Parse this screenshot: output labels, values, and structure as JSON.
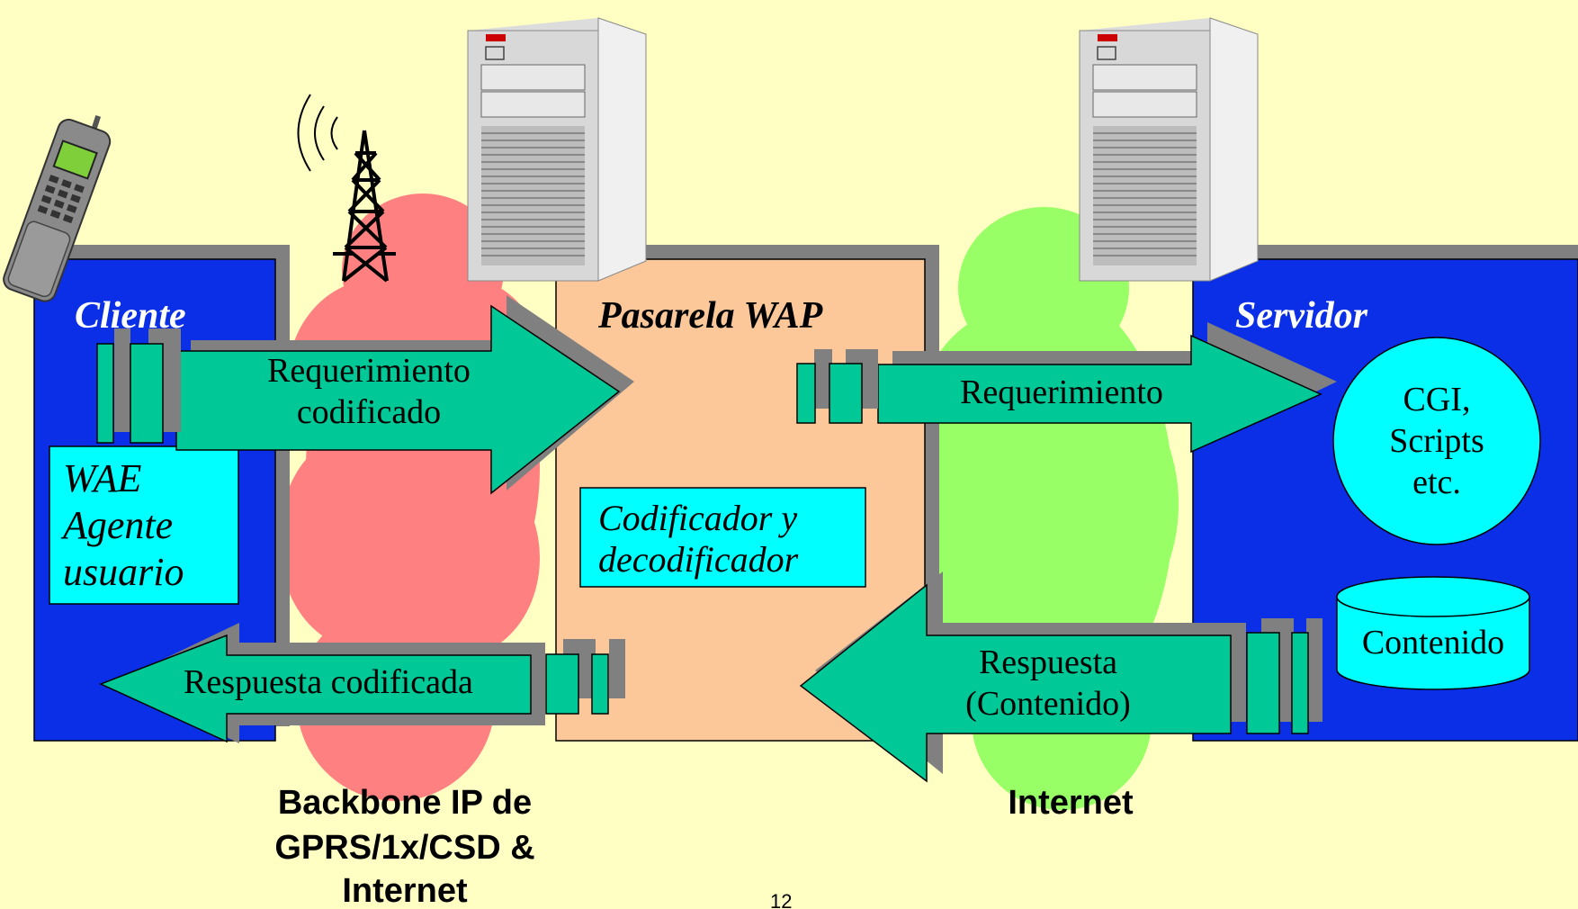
{
  "client": {
    "title": "Cliente",
    "agent": [
      "WAE",
      "Agente",
      "usuario"
    ]
  },
  "gateway": {
    "title": "Pasarela WAP",
    "codec": [
      "Codificador y",
      "decodificador"
    ]
  },
  "server": {
    "title": "Servidor",
    "cgi": [
      "CGI,",
      "Scripts",
      "etc."
    ],
    "content": "Contenido"
  },
  "arrows": {
    "encoded_request": [
      "Requerimiento",
      "codificado"
    ],
    "request": "Requerimiento",
    "encoded_response": "Respuesta codificada",
    "response": [
      "Respuesta",
      "(Contenido)"
    ]
  },
  "networks": {
    "backbone": [
      "Backbone IP de",
      "GPRS/1x/CSD &",
      "Internet"
    ],
    "internet": "Internet"
  },
  "page_number": "12",
  "colors": {
    "background": "#ffffc4",
    "client_server_panel": "#0a2fe6",
    "gateway_panel": "#fcc89a",
    "cyan_box": "#00ffff",
    "arrow_fill": "#00c896",
    "shadow": "#808080",
    "backbone_cloud": "#ff8080",
    "internet_cloud": "#99ff66"
  },
  "icons": [
    "mobile-phone-icon",
    "radio-tower-icon",
    "server-tower-icon"
  ]
}
